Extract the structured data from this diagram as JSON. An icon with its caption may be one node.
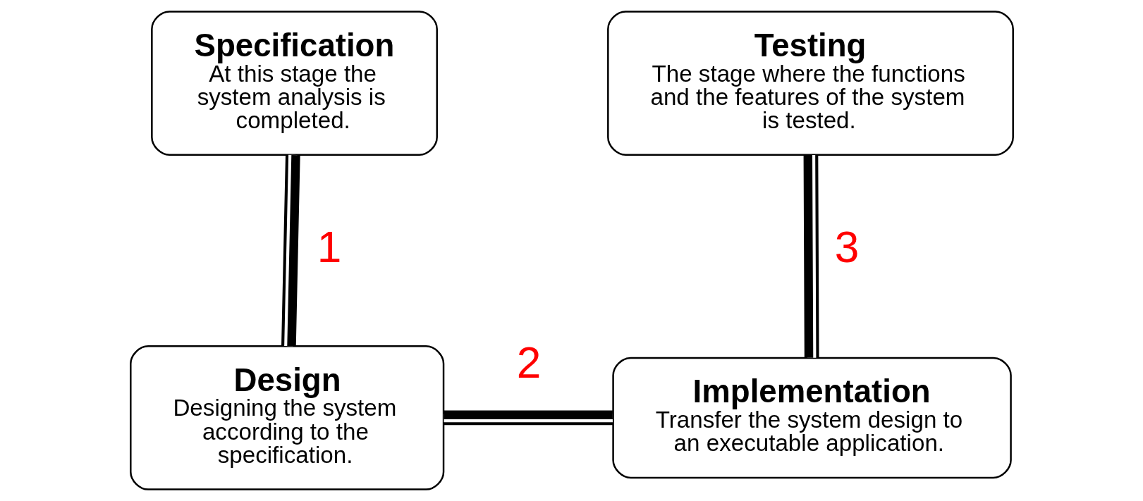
{
  "diagram": {
    "nodes": [
      {
        "text": [
          "Specification",
          "At this stage the system analysis is completed."
        ]
      },
      {
        "text": [
          "Testing",
          "The stage where the functions and the features of the system is tested."
        ]
      },
      {
        "text": [
          "Design",
          "Designing the system according to the specification."
        ]
      },
      {
        "text": [
          "Implementation",
          "Transfer the system design to an executable application."
        ]
      }
    ],
    "edges": [
      {
        "from": 0,
        "to": 2,
        "arrow": "none",
        "label": "1"
      },
      {
        "from": 2,
        "to": 3,
        "arrow": "none",
        "label": "2"
      },
      {
        "from": 3,
        "to": 1,
        "arrow": "none",
        "label": "3"
      }
    ]
  }
}
